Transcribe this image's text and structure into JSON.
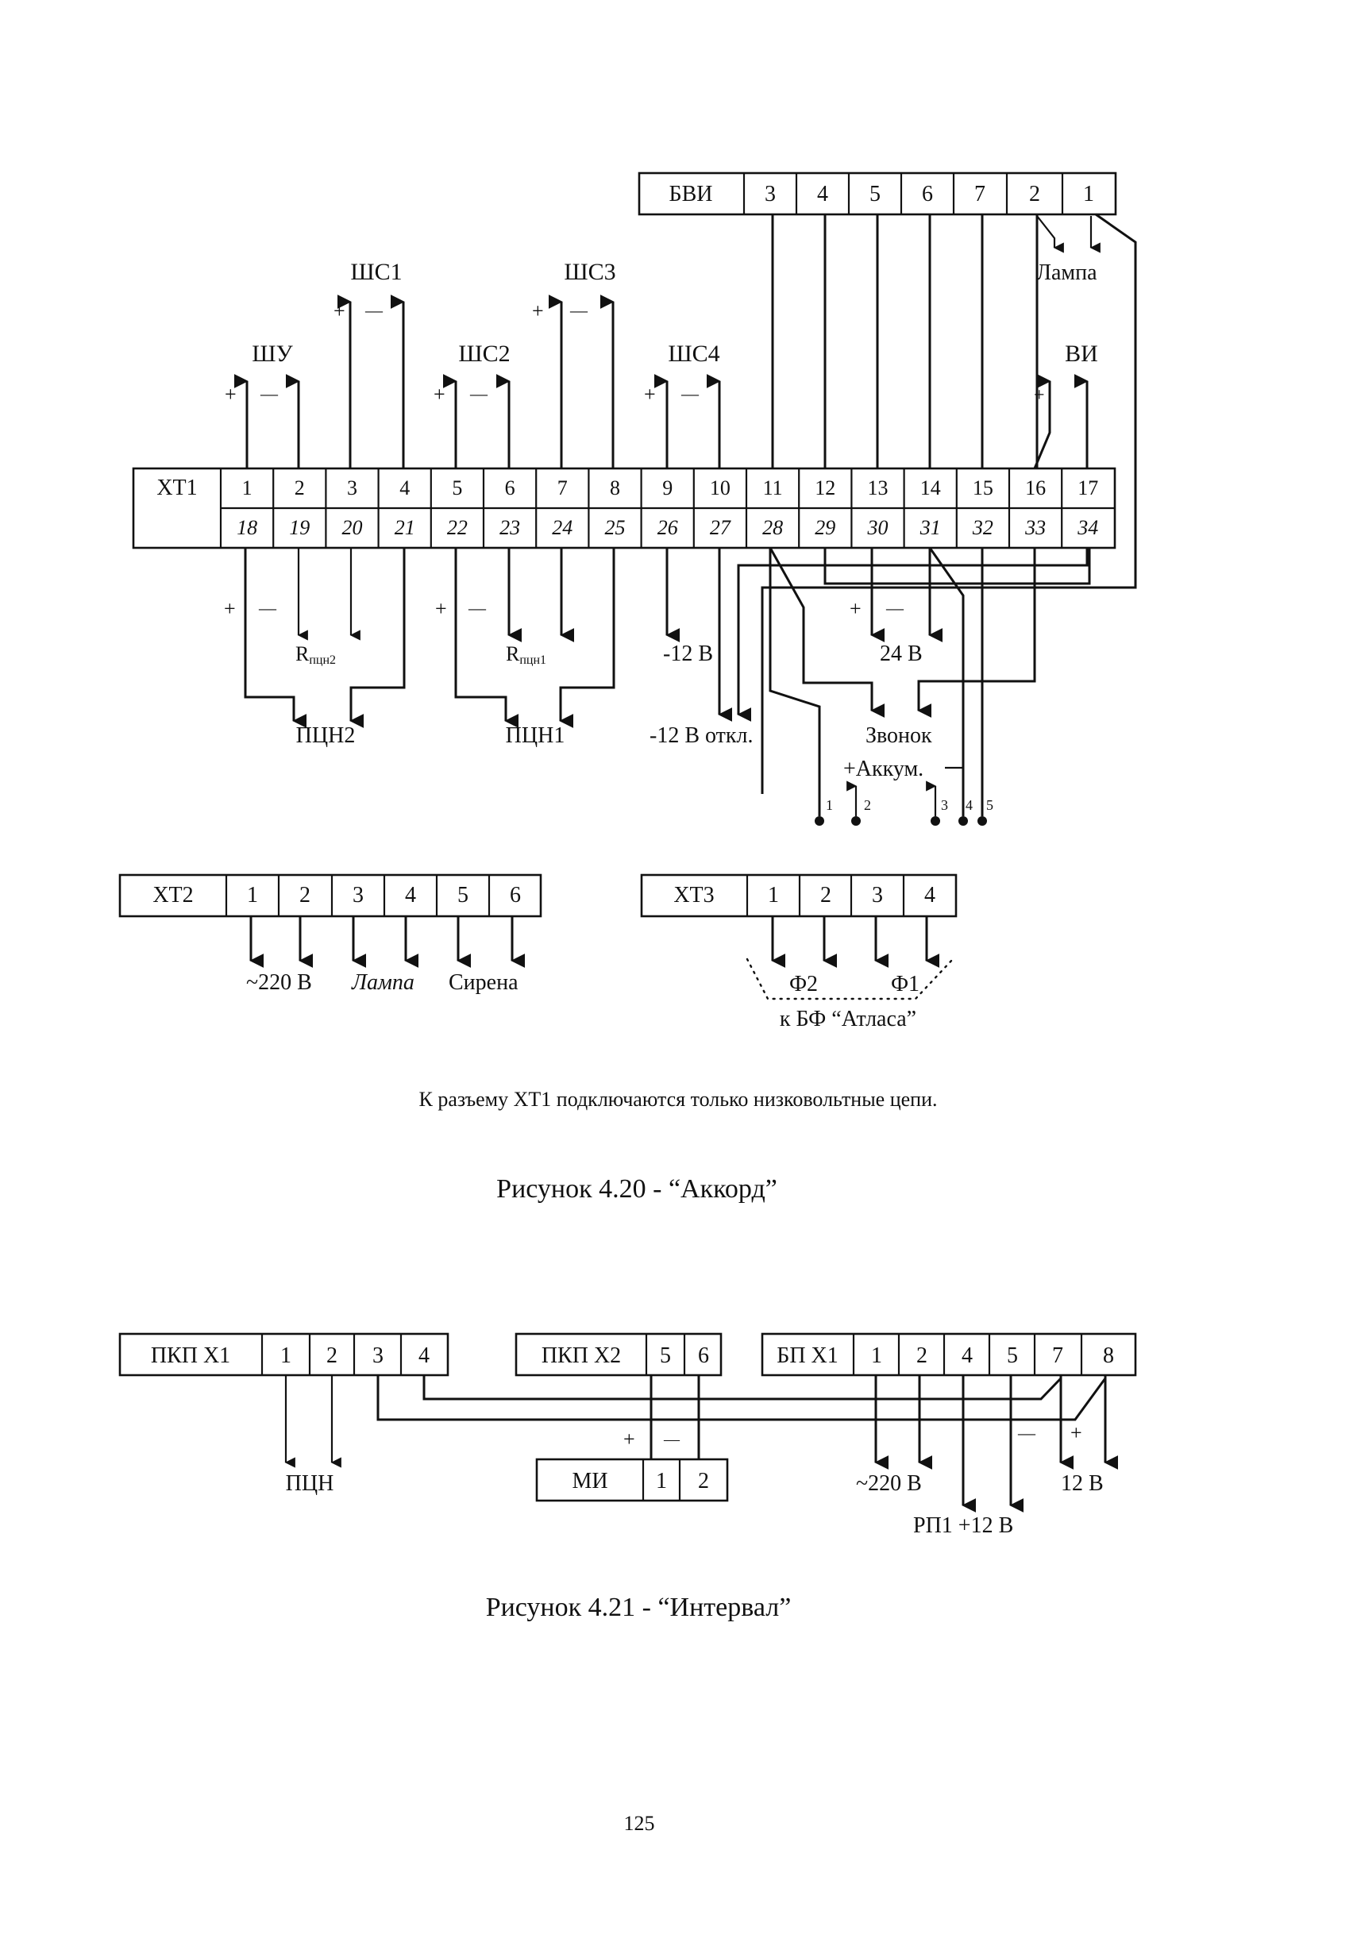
{
  "figure_420": {
    "bvi": {
      "label": "БВИ",
      "pins": [
        "3",
        "4",
        "5",
        "6",
        "7",
        "2",
        "1"
      ]
    },
    "xt1": {
      "label": "XT1",
      "top_pins": [
        "1",
        "2",
        "3",
        "4",
        "5",
        "6",
        "7",
        "8",
        "9",
        "10",
        "11",
        "12",
        "13",
        "14",
        "15",
        "16",
        "17"
      ],
      "bottom_pins": [
        "18",
        "19",
        "20",
        "21",
        "22",
        "23",
        "24",
        "25",
        "26",
        "27",
        "28",
        "29",
        "30",
        "31",
        "32",
        "33",
        "34"
      ]
    },
    "loop_labels": {
      "shu": "ШУ",
      "shs1": "ШС1",
      "shs2": "ШС2",
      "shs3": "ШС3",
      "shs4": "ШС4",
      "vi": "ВИ"
    },
    "plus": "+",
    "minus": "—",
    "lamp_top": "Лампа",
    "r_pcn2": "R",
    "r_pcn2_sub": "пцн2",
    "r_pcn1": "R",
    "r_pcn1_sub": "пцн1",
    "pcn2": "ПЦН2",
    "pcn1": "ПЦН1",
    "minus12": "-12 В",
    "minus12_off": "-12 В откл.",
    "v24": "24 В",
    "zvonok": "Звонок",
    "akkum": "+Аккум.",
    "terminal_numbers": [
      "1",
      "2",
      "3",
      "4",
      "5"
    ],
    "xt2": {
      "label": "XT2",
      "pins": [
        "1",
        "2",
        "3",
        "4",
        "5",
        "6"
      ],
      "out_220": "~220 В",
      "out_lamp": "Лампа",
      "out_siren": "Сирена"
    },
    "xt3": {
      "label": "XT3",
      "pins": [
        "1",
        "2",
        "3",
        "4"
      ],
      "f2": "Ф2",
      "f1": "Ф1",
      "to_bf": "к БФ “Атласа”"
    },
    "note": "К разъему XT1 подключаются только низковольтные цепи.",
    "caption": "Рисунок 4.20 - “Аккорд”"
  },
  "figure_421": {
    "pkp_x1": {
      "label": "ПКП X1",
      "pins": [
        "1",
        "2",
        "3",
        "4"
      ]
    },
    "pkp_x2": {
      "label": "ПКП X2",
      "pins": [
        "5",
        "6"
      ]
    },
    "bp_x1": {
      "label": "БП X1",
      "pins": [
        "1",
        "2",
        "4",
        "5",
        "7",
        "8"
      ]
    },
    "mi": {
      "label": "МИ",
      "pins": [
        "1",
        "2"
      ]
    },
    "pcn": "ПЦН",
    "v220": "~220 В",
    "v12": "12 В",
    "rp1": "РП1 +12 В",
    "plus": "+",
    "minus": "—",
    "caption": "Рисунок 4.21 - “Интервал”"
  },
  "page_number": "125"
}
